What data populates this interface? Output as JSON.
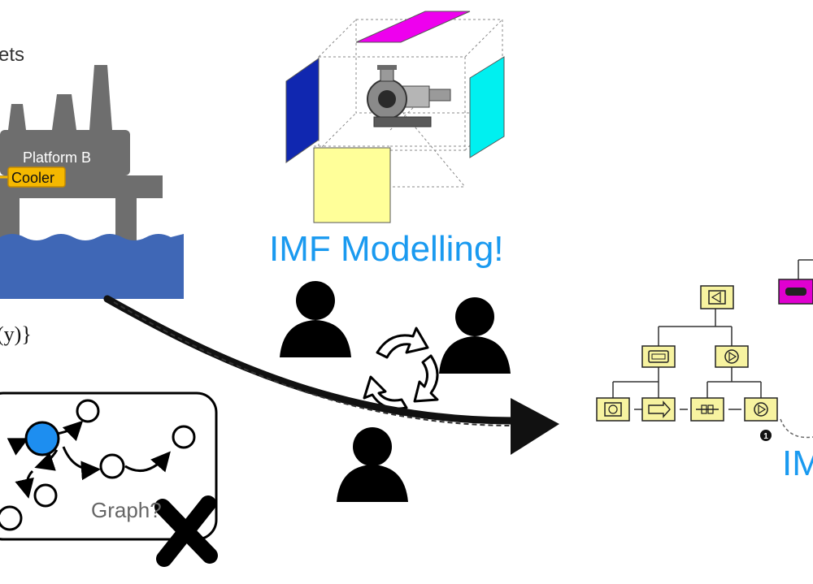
{
  "labels": {
    "top_left_fragment": "ets",
    "platform": "Platform B",
    "cooler": "Cooler",
    "math_fragment": "(y)}",
    "imf_modelling": "IMF Modelling!",
    "graph_question": "Graph?",
    "imf_right_fragment": "IM",
    "node_marker": "1"
  },
  "colors": {
    "platform": "#6e6e6e",
    "sea": "#3f67b6",
    "cooler_fill": "#f5b800",
    "cube_top": "#ee00ee",
    "cube_left": "#1027b0",
    "cube_right": "#00f0f0",
    "cube_front": "#ffff99",
    "accent_blue": "#1a9af0",
    "graph_node_active": "#1d8ef0",
    "tree_node_fill": "#f7f3a0",
    "magenta_node": "#e000d0"
  },
  "icons": {
    "pump": "centrifugal-pump-image",
    "cycle": "recycle-arrows-icon",
    "person": "person-icon",
    "cross": "x-mark-icon"
  }
}
